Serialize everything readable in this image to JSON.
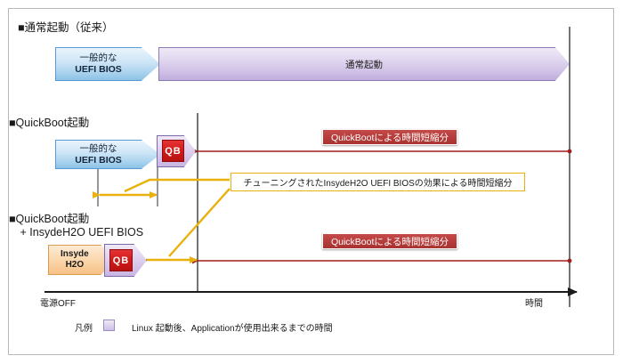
{
  "diagram": {
    "sections": [
      {
        "id": "normal-boot",
        "title": "■通常起動（従来）",
        "bios_line1": "一般的な",
        "bios_line2": "UEFI BIOS",
        "boot_label": "通常起動"
      },
      {
        "id": "quickboot",
        "title": "■QuickBoot起動",
        "bios_line1": "一般的な",
        "bios_line2": "UEFI BIOS",
        "qb_label": "QB",
        "saving_label": "QuickBootによる時間短縮分"
      },
      {
        "id": "quickboot-insyde",
        "title_line1": "■QuickBoot起動",
        "title_line2": "　+ InsydeH2O UEFI BIOS",
        "insyde_line1": "Insyde",
        "insyde_line2": "H2O",
        "qb_label": "QB",
        "saving_label": "QuickBootによる時間短縮分"
      }
    ],
    "callout": {
      "text": "チューニングされたInsydeH2O UEFI BIOSの効果による時間短縮分"
    },
    "axis": {
      "left_label": "電源OFF",
      "right_label": "時間"
    },
    "legend": {
      "title": "凡例",
      "swatch_name": "purple-swatch",
      "description": "Linux 起動後、Applicationが使用出来るまでの時間"
    },
    "colors": {
      "blue_bios": "#a8d2ee",
      "purple_boot": "#cfc0e6",
      "qb_red": "#d11b1b",
      "orange_insyde": "#f7c187",
      "red_label": "#b43b39",
      "yellow_accent": "#e8b10d",
      "axis": "#2a2a2a",
      "guide_gray": "#7d7d7d"
    }
  }
}
